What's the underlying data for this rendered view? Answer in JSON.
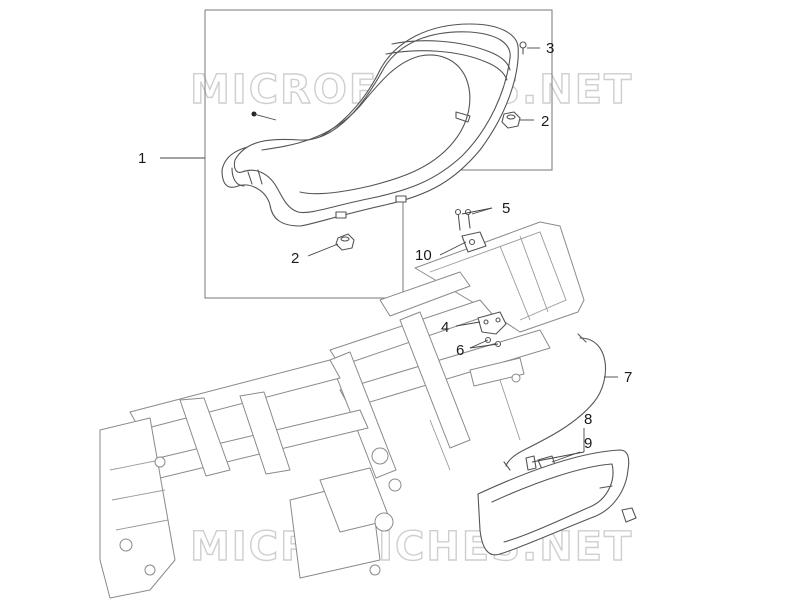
{
  "watermark": {
    "top": "MICROFICHES.NET",
    "bottom": "MICROFICHES.NET"
  },
  "callouts": [
    {
      "id": "1",
      "label": "1"
    },
    {
      "id": "2a",
      "label": "2"
    },
    {
      "id": "3",
      "label": "3"
    },
    {
      "id": "2b",
      "label": "2"
    },
    {
      "id": "5",
      "label": "5"
    },
    {
      "id": "10",
      "label": "10"
    },
    {
      "id": "4",
      "label": "4"
    },
    {
      "id": "6",
      "label": "6"
    },
    {
      "id": "7",
      "label": "7"
    },
    {
      "id": "8",
      "label": "8"
    },
    {
      "id": "9",
      "label": "9"
    }
  ],
  "colors": {
    "line": "#555555",
    "frame": "#8a8a8a",
    "watermark": "#cfcfcf",
    "text": "#1a1a1a"
  }
}
